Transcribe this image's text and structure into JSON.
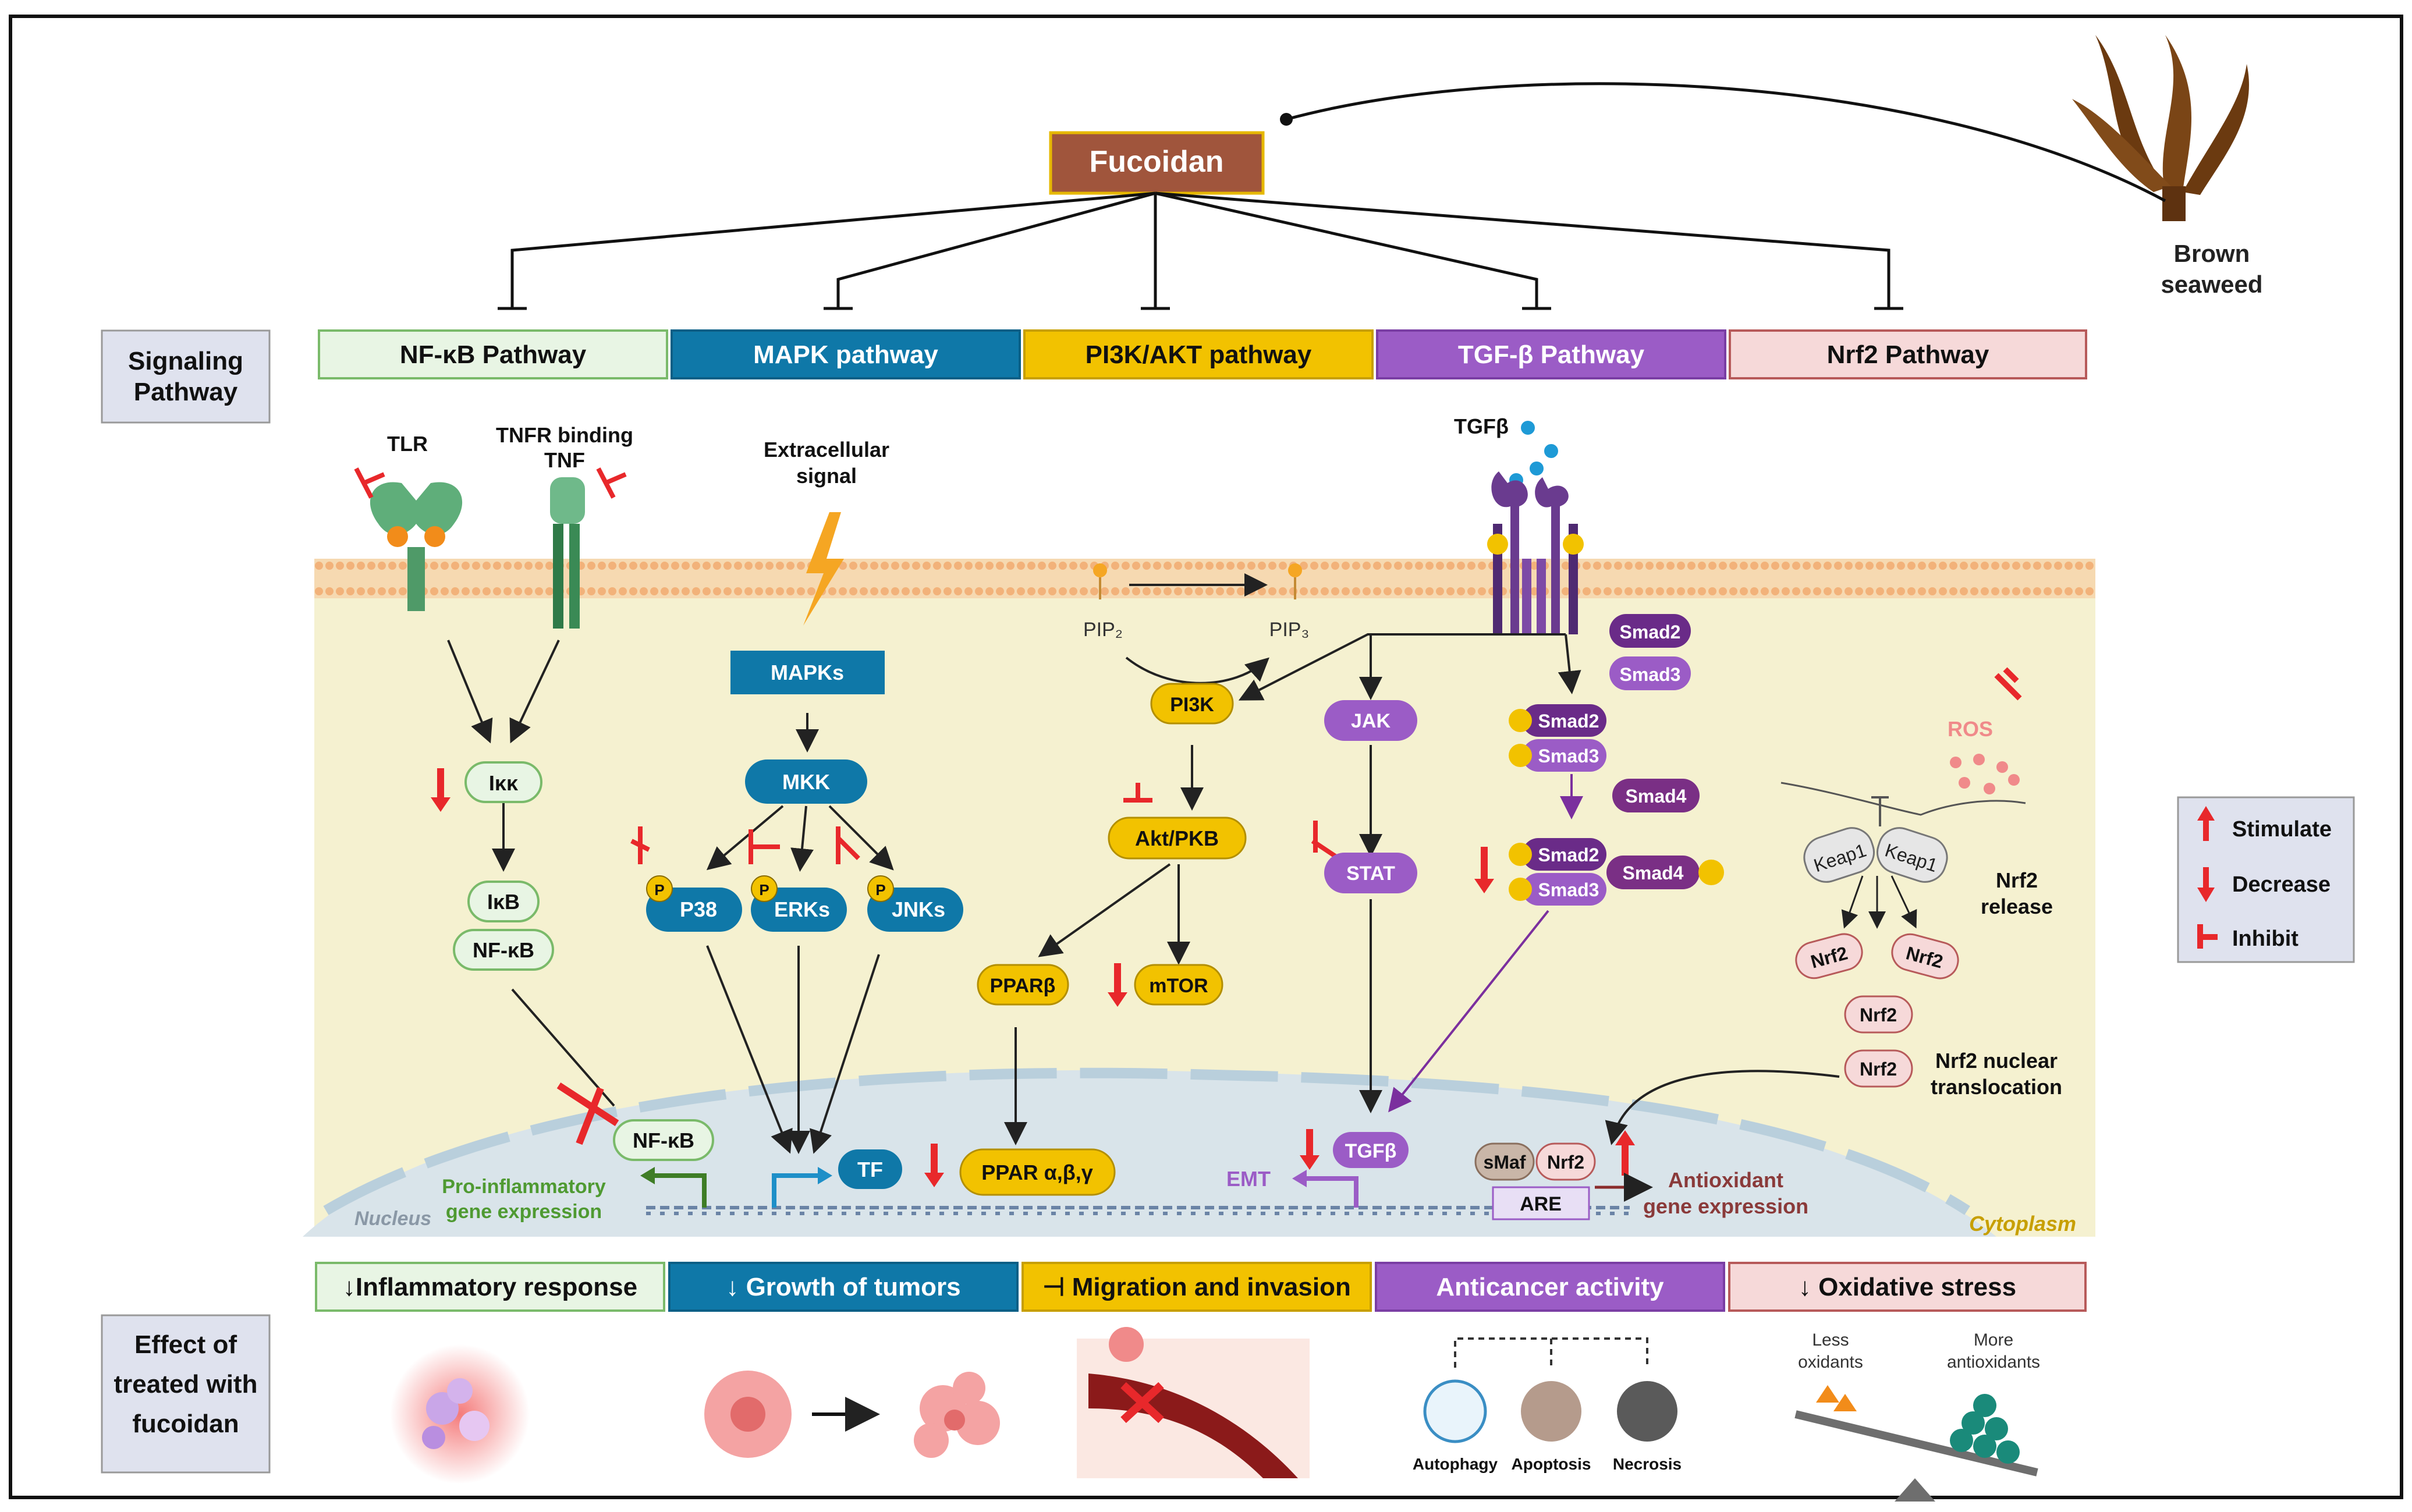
{
  "source": {
    "label": "Fucoidan",
    "seaweed_label_1": "Brown",
    "seaweed_label_2": "seaweed"
  },
  "rows": {
    "signaling_label_1": "Signaling",
    "signaling_label_2": "Pathway",
    "effect_label_1": "Effect of",
    "effect_label_2": "treated with",
    "effect_label_3": "fucoidan"
  },
  "pathways": [
    {
      "label": "NF-κB Pathway"
    },
    {
      "label": "MAPK pathway"
    },
    {
      "label": "PI3K/AKT pathway"
    },
    {
      "label": "TGF-β Pathway"
    },
    {
      "label": "Nrf2 Pathway"
    }
  ],
  "effects": [
    {
      "label": "↓Inflammatory response"
    },
    {
      "label": "↓  Growth of tumors"
    },
    {
      "label": "⊣  Migration and invasion"
    },
    {
      "label": "Anticancer activity"
    },
    {
      "label": "↓   Oxidative stress"
    }
  ],
  "nfkb": {
    "tlr": "TLR",
    "tnfr_1": "TNFR binding",
    "tnfr_2": "TNF",
    "ikk": "Iκκ",
    "ikb": "IκB",
    "nfkb": "NF-κB",
    "nfkb_nuc": "NF-κB",
    "gene_1": "Pro-inflammatory",
    "gene_2": "gene expression",
    "nucleus": "Nucleus"
  },
  "mapk": {
    "signal_1": "Extracellular",
    "signal_2": "signal",
    "mapks": "MAPKs",
    "mkk": "MKK",
    "p38": "P38",
    "erks": "ERKs",
    "jnks": "JNKs",
    "tf": "TF",
    "p": "P"
  },
  "pi3k": {
    "pip2": "PIP₂",
    "pip3": "PIP₃",
    "pi3k": "PI3K",
    "akt": "Akt/PKB",
    "ppar_b": "PPARβ",
    "mtor": "mTOR",
    "ppar_abg": "PPAR α,β,γ"
  },
  "tgf": {
    "tgfb": "TGFβ",
    "jak": "JAK",
    "stat": "STAT",
    "smad2": "Smad2",
    "smad3": "Smad3",
    "smad4": "Smad4",
    "tgfb_nuc": "TGFβ",
    "emt": "EMT"
  },
  "nrf2": {
    "ros": "ROS",
    "keap1": "Keap1",
    "nrf2": "Nrf2",
    "release_1": "Nrf2",
    "release_2": "release",
    "transl_1": "Nrf2 nuclear",
    "transl_2": "translocation",
    "smaf": "sMaf",
    "are": "ARE",
    "antiox_1": "Antioxidant",
    "antiox_2": "gene expression",
    "cytoplasm": "Cytoplasm"
  },
  "legend": {
    "stimulate": "Stimulate",
    "decrease": "Decrease",
    "inhibit": "Inhibit"
  },
  "illustrations": {
    "autophagy": "Autophagy",
    "apoptosis": "Apoptosis",
    "necrosis": "Necrosis",
    "less_1": "Less",
    "less_2": "oxidants",
    "more_1": "More",
    "more_2": "antioxidants"
  },
  "colors": {
    "fucoidan": "#a0553c",
    "nfkb": "#e8f5e4",
    "mapk": "#0f78a8",
    "pi3k": "#f2c200",
    "tgf": "#9b5cc6",
    "nrf2": "#f6d9d9",
    "cytoplasm": "#f5f1d0",
    "inhibit": "#e8282b"
  }
}
